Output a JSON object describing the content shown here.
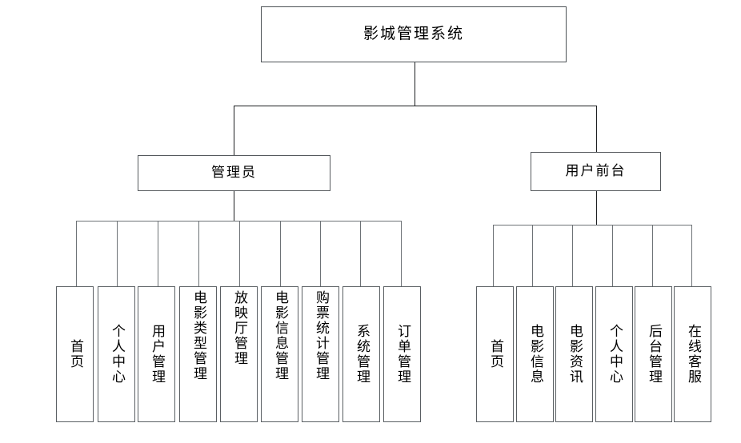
{
  "diagram": {
    "type": "tree-hierarchy",
    "title": "影城管理系统",
    "root": {
      "label": "影城管理系统"
    },
    "branches": [
      {
        "id": "admin",
        "label": "管理员",
        "leaves": [
          {
            "label": "首页"
          },
          {
            "label": "个人中心"
          },
          {
            "label": "用户管理"
          },
          {
            "label": "电影类型管理"
          },
          {
            "label": "放映厅管理"
          },
          {
            "label": "电影信息管理"
          },
          {
            "label": "购票统计管理"
          },
          {
            "label": "系统管理"
          },
          {
            "label": "订单管理"
          }
        ]
      },
      {
        "id": "frontend",
        "label": "用户前台",
        "leaves": [
          {
            "label": "首页"
          },
          {
            "label": "电影信息"
          },
          {
            "label": "电影资讯"
          },
          {
            "label": "个人中心"
          },
          {
            "label": "后台管理"
          },
          {
            "label": "在线客服"
          }
        ]
      }
    ],
    "colors": {
      "background": "#ffffff",
      "box_border": "#55595d",
      "connector": "#1d1f21",
      "text": "#000000"
    }
  }
}
